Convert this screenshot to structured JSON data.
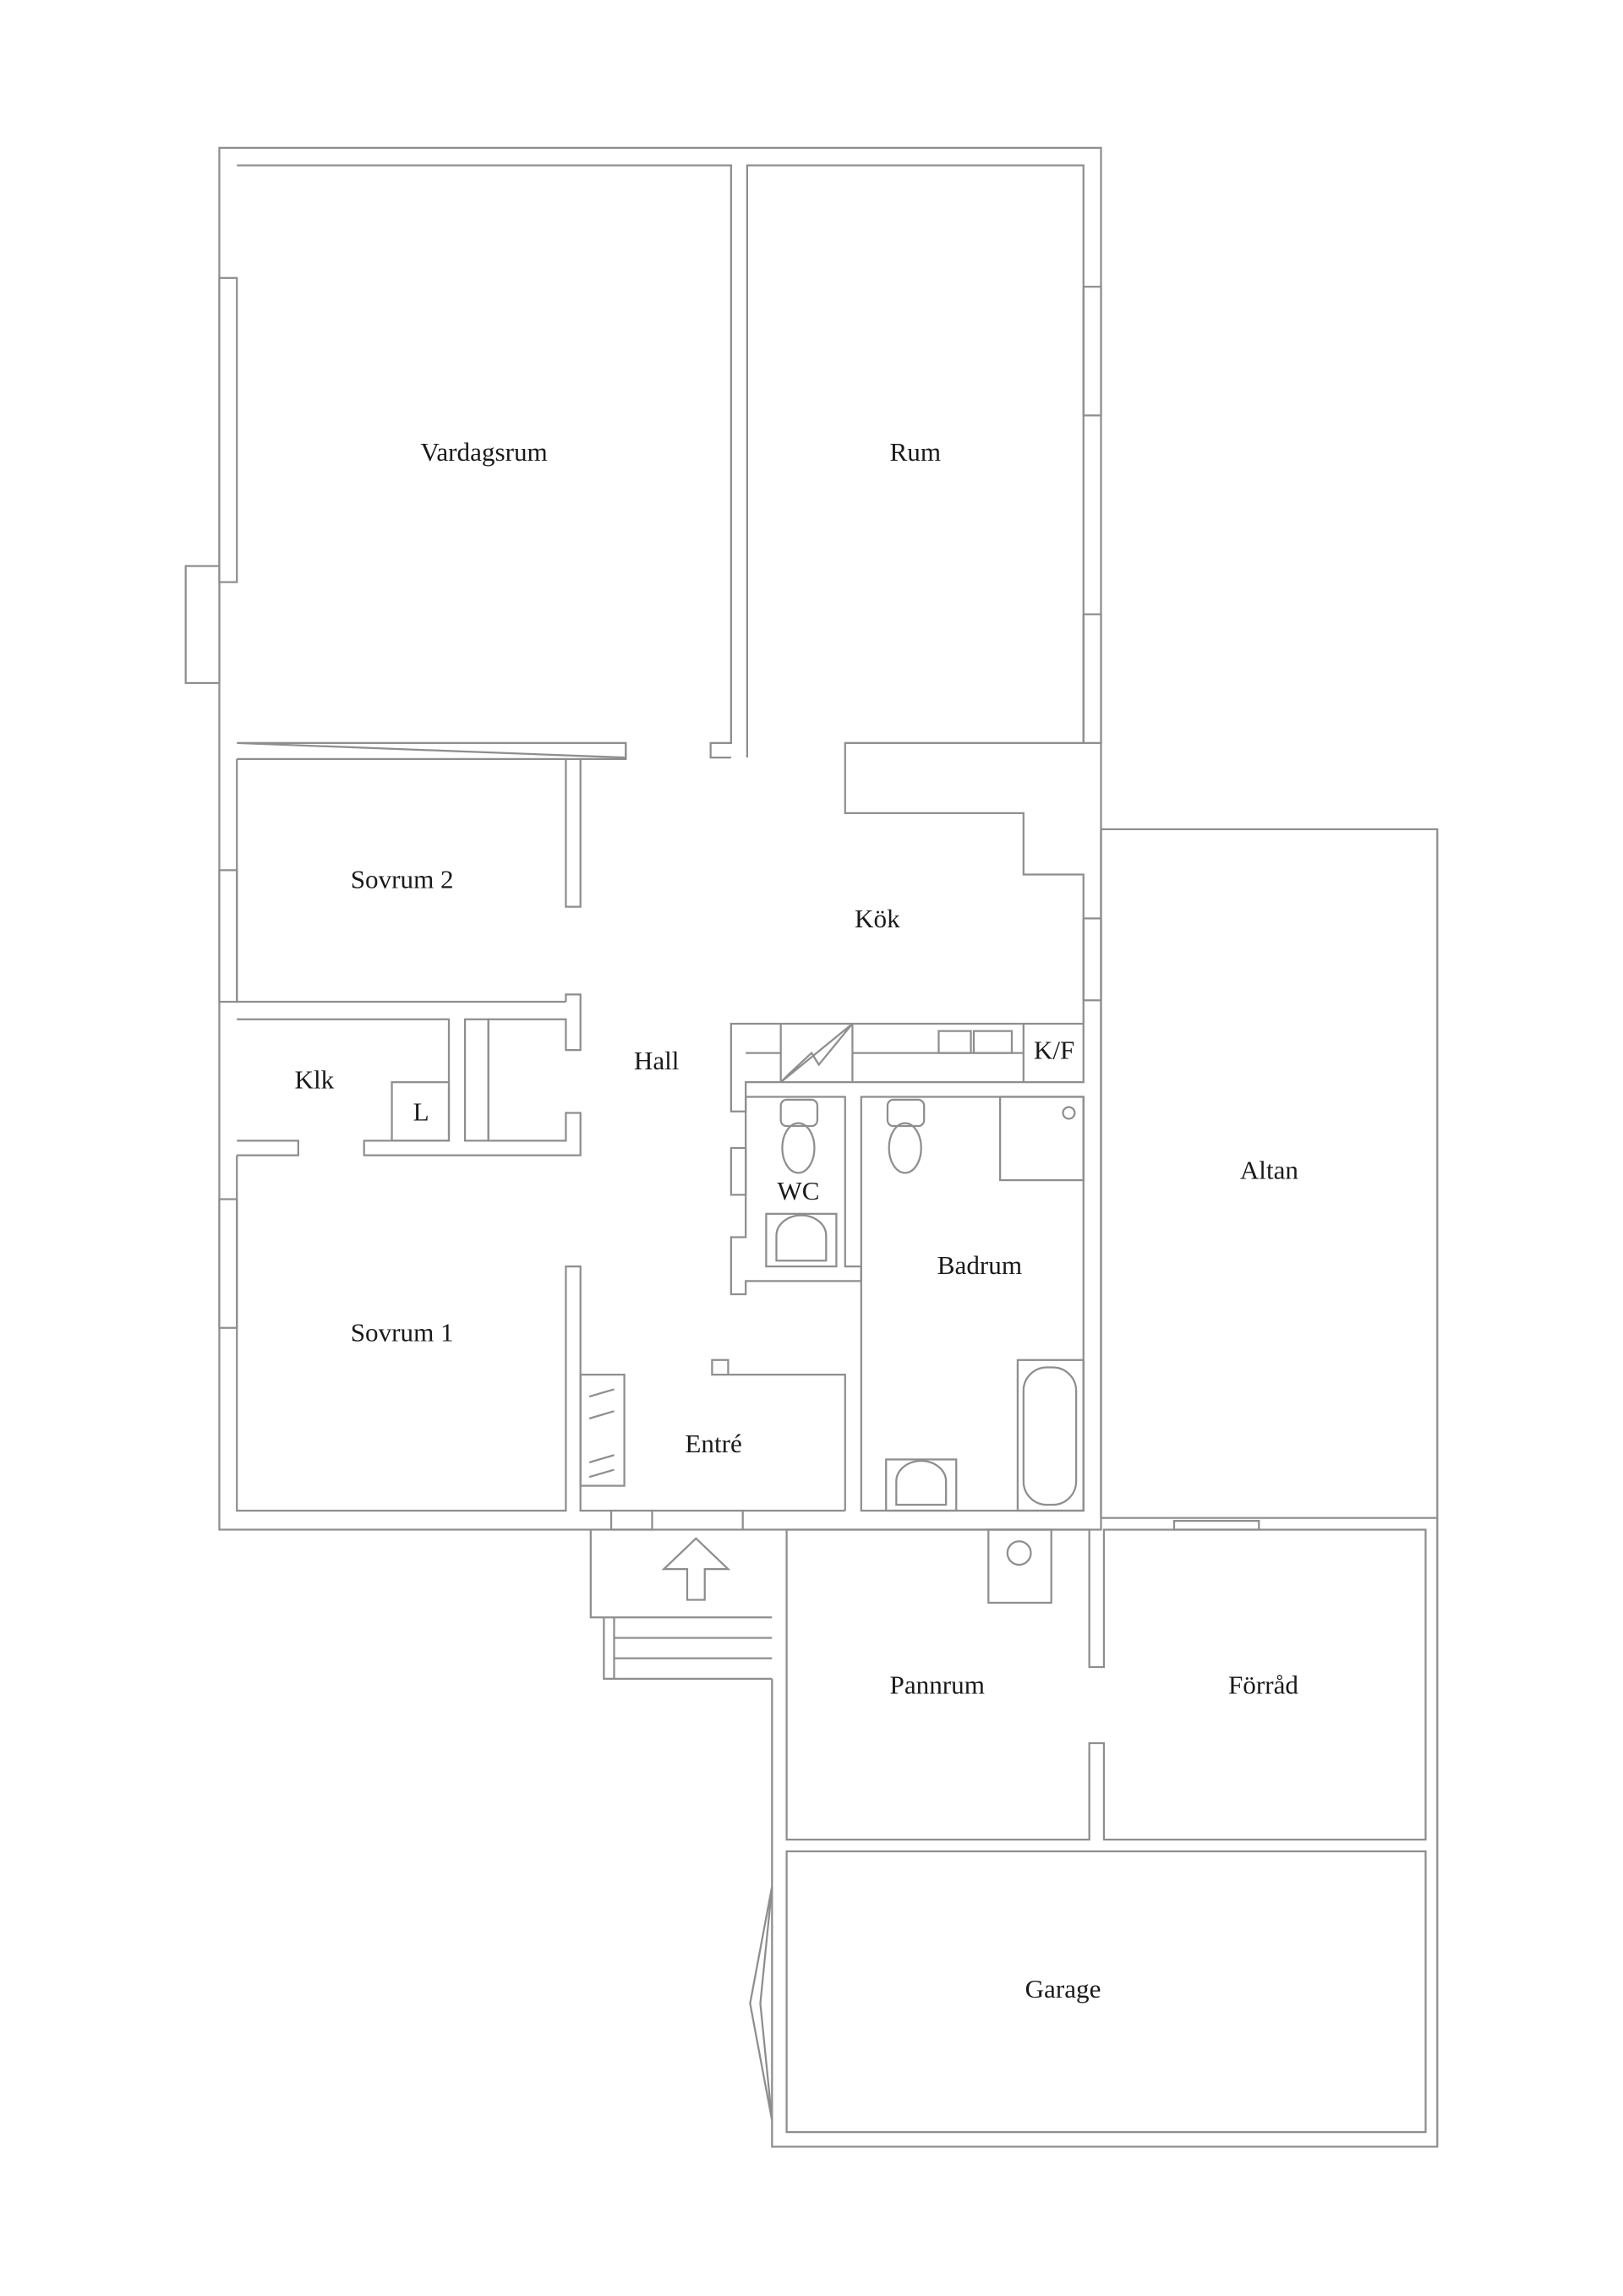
{
  "rooms": {
    "vardagsrum": "Vardagsrum",
    "rum": "Rum",
    "sovrum2": "Sovrum 2",
    "kok": "Kök",
    "klk": "Klk",
    "linen": "L",
    "hall": "Hall",
    "kf": "K/F",
    "wc": "WC",
    "badrum": "Badrum",
    "sovrum1": "Sovrum 1",
    "entre": "Entré",
    "altan": "Altan",
    "pannrum": "Pannrum",
    "forrad": "Förråd",
    "garage": "Garage"
  },
  "colors": {
    "line": "#8e8e8e",
    "text": "#1a1a1a",
    "background": "#ffffff"
  }
}
